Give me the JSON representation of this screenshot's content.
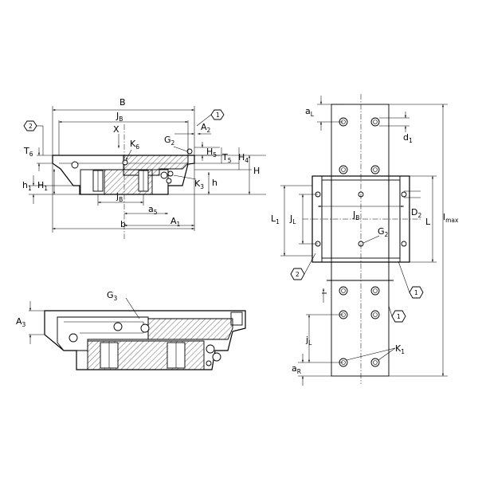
{
  "front_view": {
    "labels": {
      "B": "B",
      "JB": "J",
      "JB_sub": "B",
      "X": "X",
      "K6": "K",
      "K6_sub": "6",
      "G2": "G",
      "G2_sub": "2",
      "A2": "A",
      "A2_sub": "2",
      "T6": "T",
      "T6_sub": "6",
      "H5": "H",
      "H5_sub": "5",
      "T5": "T",
      "T5_sub": "5",
      "H4": "H",
      "H4_sub": "4",
      "H": "H",
      "h1": "h",
      "h1_sub": "1",
      "H1": "H",
      "H1_sub": "1",
      "K3": "K",
      "K3_sub": "3",
      "h": "h",
      "jB": "j",
      "jB_sub": "B",
      "a5": "a",
      "a5_sub": "5",
      "A1": "A",
      "A1_sub": "1",
      "b": "b",
      "callout_1": "1",
      "callout_2": "2"
    }
  },
  "side_view": {
    "labels": {
      "G3": "G",
      "G3_sub": "3",
      "A3": "A",
      "A3_sub": "3"
    }
  },
  "top_view": {
    "labels": {
      "aL": "a",
      "aL_sub": "L",
      "d1": "d",
      "d1_sub": "1",
      "L1": "L",
      "L1_sub": "1",
      "JL": "J",
      "JL_sub": "L",
      "JB": "J",
      "JB_sub": "B",
      "G2": "G",
      "G2_sub": "2",
      "D2": "D",
      "D2_sub": "2",
      "L": "L",
      "lmax": "l",
      "lmax_sub": "max",
      "jL": "j",
      "jL_sub": "L",
      "K1": "K",
      "K1_sub": "1",
      "aR": "a",
      "aR_sub": "R",
      "callout_1a": "1",
      "callout_1b": "1",
      "callout_2": "2"
    }
  }
}
